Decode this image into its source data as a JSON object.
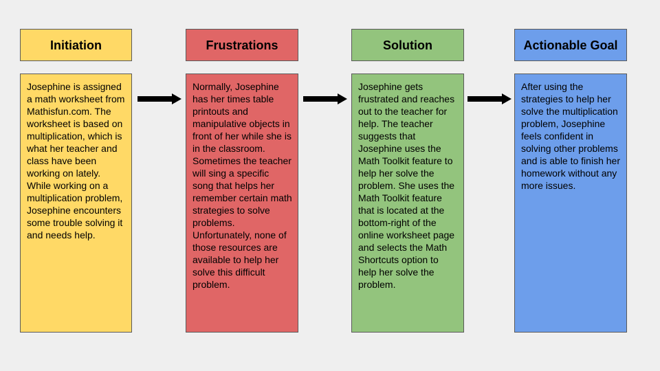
{
  "colors": {
    "background": "#efefef",
    "initiation": "#ffd966",
    "frustrations": "#e06666",
    "solution": "#93c47d",
    "actionable_goal": "#6d9eeb",
    "border": "#595959",
    "arrow": "#000000"
  },
  "stages": [
    {
      "title": "Initiation",
      "body": "Josephine is assigned a math worksheet from Mathisfun.com. The worksheet is based on multiplication, which is what her teacher and class have been working on lately. While working on a multiplication problem, Josephine encounters some trouble solving it and needs help."
    },
    {
      "title": "Frustrations",
      "body": "Normally, Josephine has her times table printouts and manipulative objects in front of her while she is in the classroom. Sometimes the teacher will sing a specific song that helps her remember certain math strategies to solve problems. Unfortunately, none of those resources are available to help her solve this difficult problem."
    },
    {
      "title": "Solution",
      "body": "Josephine gets frustrated and reaches out to the teacher for help. The teacher suggests that Josephine uses the Math Toolkit feature to help her solve the problem. She uses the Math Toolkit feature that is located at the bottom-right of the online worksheet page and selects the Math Shortcuts option to help her solve the problem."
    },
    {
      "title": "Actionable Goal",
      "body": "After using the strategies to help her solve the multiplication problem, Josephine feels confident in solving other problems and is able to finish her homework without any more issues."
    }
  ],
  "arrows": [
    {
      "from": "Initiation",
      "to": "Frustrations",
      "icon": "right-arrow-icon"
    },
    {
      "from": "Frustrations",
      "to": "Solution",
      "icon": "right-arrow-icon"
    },
    {
      "from": "Solution",
      "to": "Actionable Goal",
      "icon": "right-arrow-icon"
    }
  ]
}
